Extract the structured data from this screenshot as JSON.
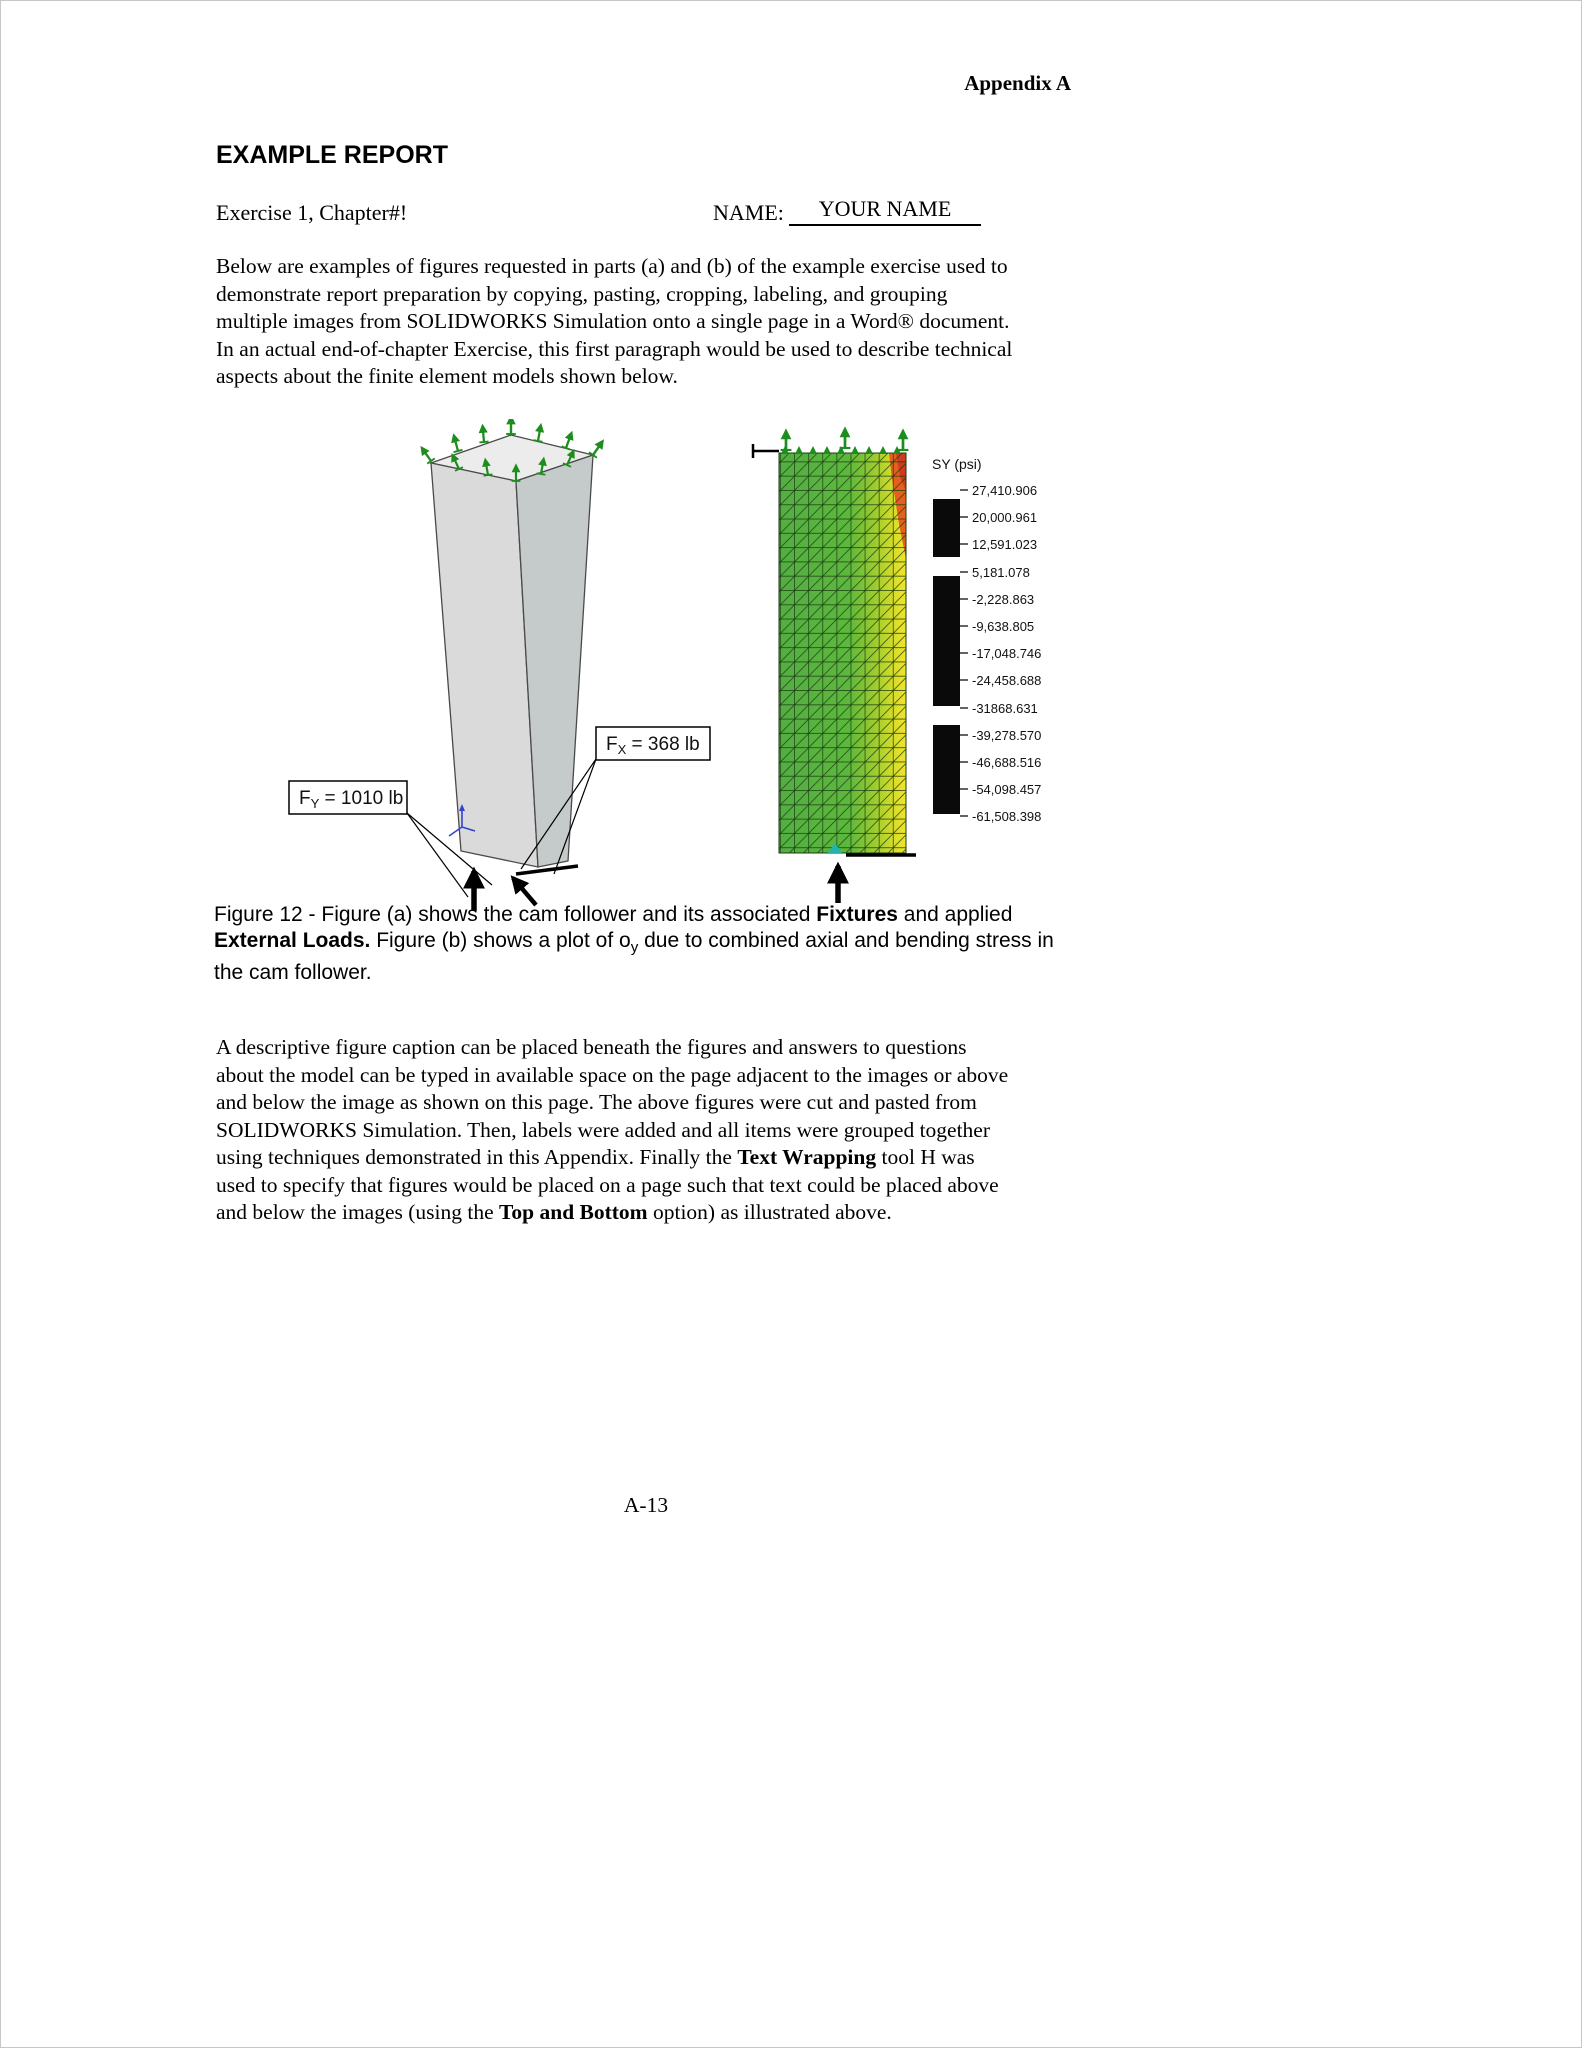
{
  "page": {
    "header": "Appendix A",
    "title": "EXAMPLE REPORT",
    "exercise_label": "Exercise 1, Chapter#!",
    "name_label": "NAME:",
    "name_value": "YOUR NAME",
    "intro_paragraph": "Below are examples of figures requested in parts (a) and (b) of the example exercise used to demonstrate report preparation by copying, pasting, cropping, labeling, and grouping multiple images from SOLIDWORKS Simulation onto a single page in a Word® document. In an actual end-of-chapter Exercise, this first paragraph would be used to describe technical aspects about the finite element models shown below.",
    "page_number": "A-13"
  },
  "figure_a": {
    "fx": {
      "f": "F",
      "sub": "X",
      "rest": " = 368 lb"
    },
    "fy": {
      "f": "F",
      "sub": "Y",
      "rest": " = 1010 lb"
    }
  },
  "figure_b": {
    "legend": {
      "title": "SY (psi)",
      "values": [
        "27,410.906",
        "20,000.961",
        "12,591.023",
        "5,181.078",
        "-2,228.863",
        "-9,638.805",
        "-17,048.746",
        "-24,458.688",
        "-31868.631",
        "-39,278.570",
        "-46,688.516",
        "-54,098.457",
        "-61,508.398"
      ]
    },
    "colors": {
      "stress_green": "#55b243",
      "stress_yellow": "#f0e12a",
      "stress_orange": "#e55f1f",
      "stress_red": "#cf3b1c",
      "fixture_green": "#1d8e1d"
    }
  },
  "caption": {
    "runs": [
      {
        "text": "Figure 12 - Figure (a) shows the cam follower and its associated "
      },
      {
        "text": "Fixtures",
        "bold": true
      },
      {
        "text": " and applied "
      },
      {
        "text": "External Loads.",
        "bold": true
      },
      {
        "text": " Figure (b) shows a plot of o"
      },
      {
        "text": "y",
        "sub": true
      },
      {
        "text": " due to combined axial and bending stress in the cam follower."
      }
    ]
  },
  "closing": {
    "runs": [
      {
        "text": "A descriptive figure caption can be placed beneath the figures and answers to questions about the model can be typed in available space on the page adjacent to the images or above and below the image as shown on this page. The above figures were cut and pasted from SOLIDWORKS Simulation. Then, labels were added and all items were grouped together using techniques demonstrated in this Appendix. Finally the "
      },
      {
        "text": "Text Wrapping",
        "bold": true
      },
      {
        "text": " tool H was used to specify that figures would be placed on a page such that text could be placed above and below the images (using the "
      },
      {
        "text": "Top and Bottom",
        "bold": true
      },
      {
        "text": " option) as illustrated above."
      }
    ]
  }
}
